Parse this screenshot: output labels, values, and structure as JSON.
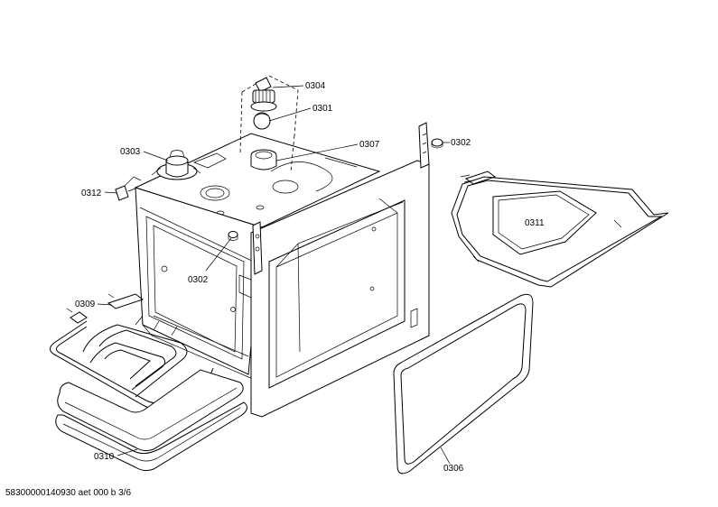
{
  "diagram": {
    "labels": {
      "p0304": "0304",
      "p0301": "0301",
      "p0307": "0307",
      "p0303": "0303",
      "p0302a": "0302",
      "p0302b": "0302",
      "p0312": "0312",
      "p0311": "0311",
      "p0309": "0309",
      "p0310": "0310",
      "p0306": "0306"
    }
  },
  "footer": {
    "drawing_code": "58300000140930 aet 000 b 3/6"
  }
}
